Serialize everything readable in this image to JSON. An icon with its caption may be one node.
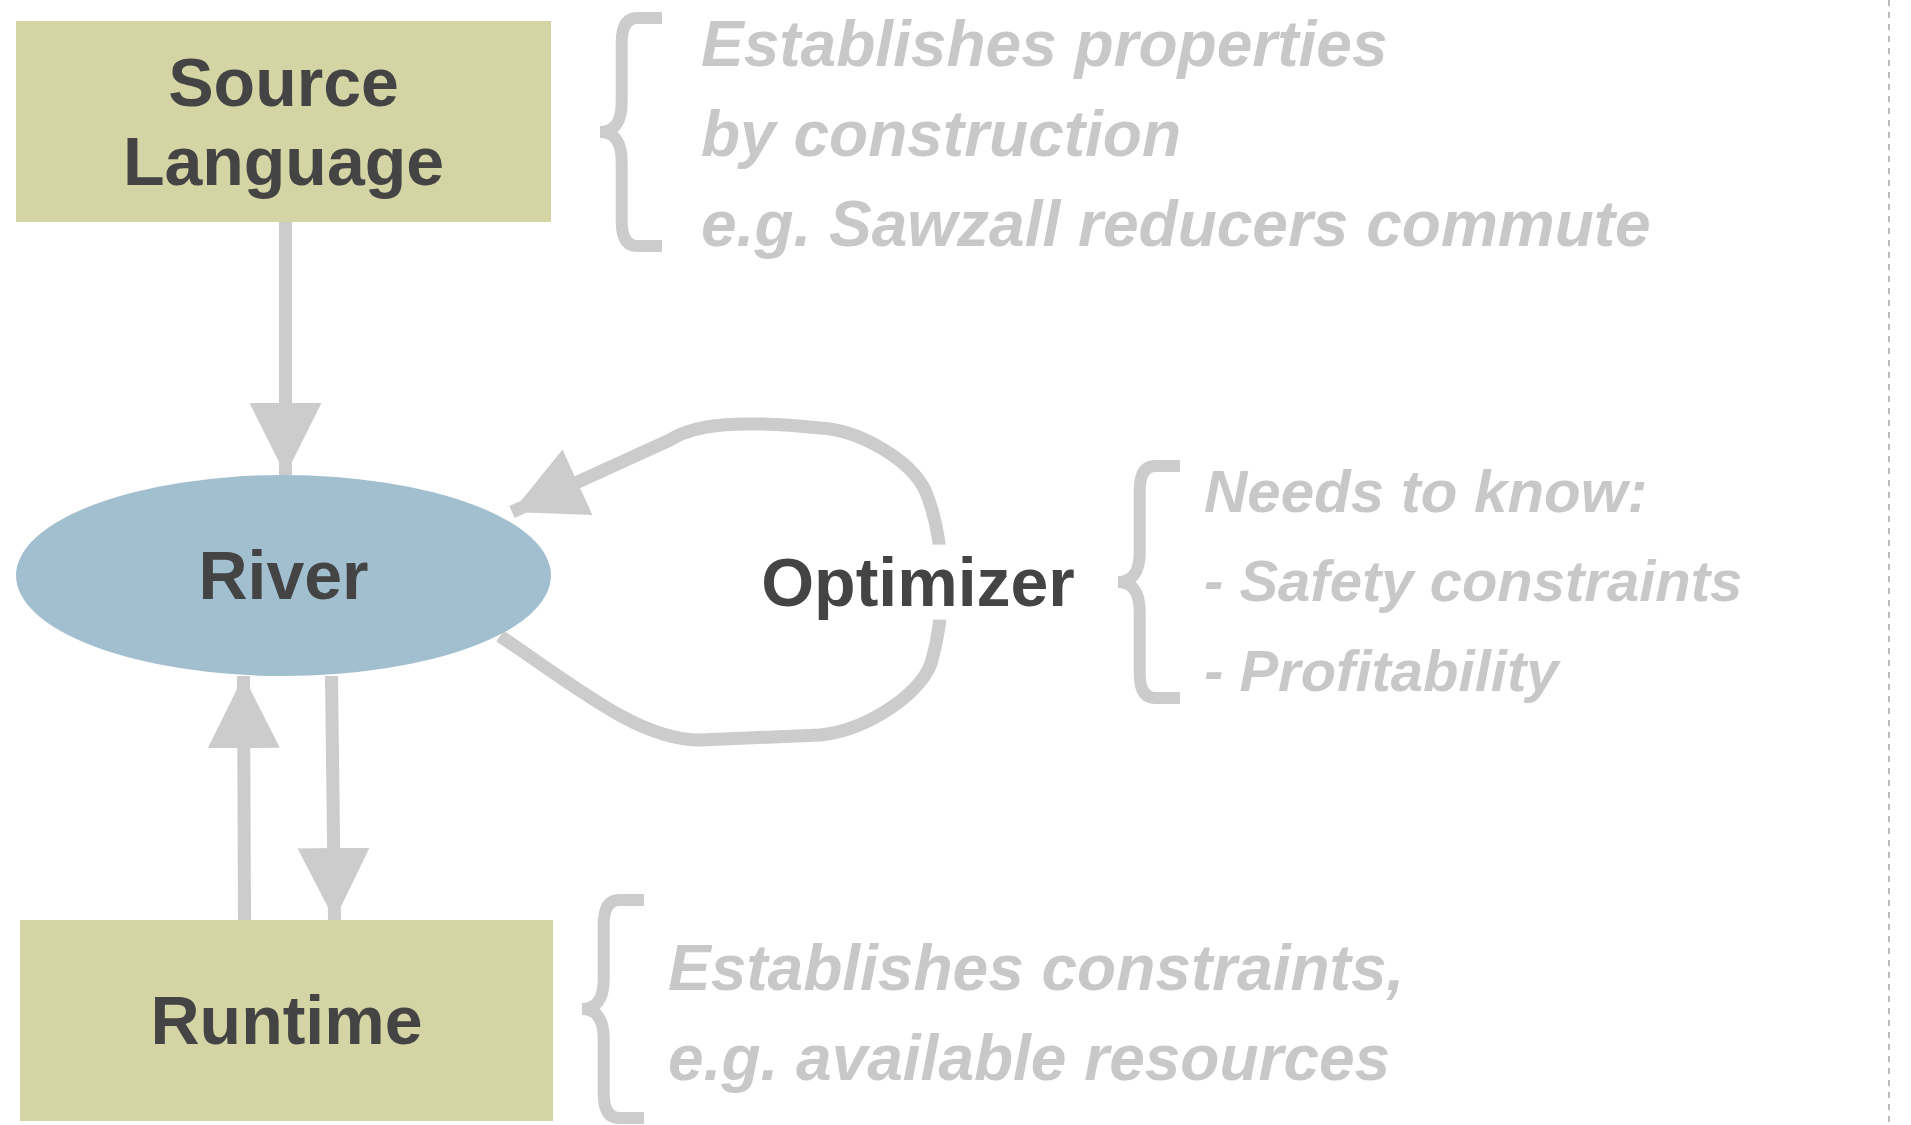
{
  "diagram": {
    "nodes": [
      {
        "text": [
          "Source Language"
        ]
      },
      {
        "text": [
          "River"
        ]
      },
      {
        "text": [
          "Runtime"
        ]
      }
    ],
    "edges": [
      {
        "from": 0,
        "to": 1,
        "arrow": "to"
      },
      {
        "from": 1,
        "to": 1,
        "arrow": "to",
        "label": "Optimizer"
      },
      {
        "from": 1,
        "to": 2,
        "arrow": "to"
      },
      {
        "from": 2,
        "to": 1,
        "arrow": "to"
      }
    ],
    "labels": [
      "Establishes properties",
      "by construction",
      "e.g. Sawzall reducers commute",
      "Needs to know:",
      "- Safety constraints",
      "- Profitability",
      "Establishes constraints,",
      "e.g. available resources"
    ]
  }
}
